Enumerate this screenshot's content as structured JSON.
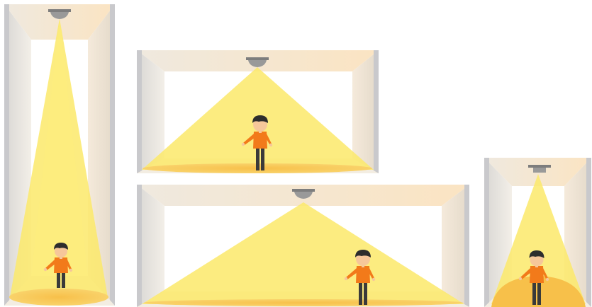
{
  "figure": {
    "background": "#ffffff",
    "colors": {
      "ceiling_light": "#f8ead2",
      "wall_light": "#efe7d9",
      "wall_dark": "#c9c9cc",
      "beam": "#fbe96a",
      "floor_glow": "#f7c04a",
      "fixture": "#8a8a8a",
      "shirt": "#f27a1a",
      "hair": "#2d2d2d",
      "skin": "#f6c79a",
      "pants": "#3a3a3a"
    },
    "rooms": [
      {
        "id": "narrow-tall",
        "fixture_icon": "dome-downlight-icon",
        "beam": "narrow"
      },
      {
        "id": "wide-medium",
        "fixture_icon": "dome-downlight-icon",
        "beam": "wide"
      },
      {
        "id": "wide-low",
        "fixture_icon": "dome-downlight-icon",
        "beam": "wide"
      },
      {
        "id": "narrow-small",
        "fixture_icon": "flat-downlight-icon",
        "beam": "medium"
      }
    ]
  }
}
